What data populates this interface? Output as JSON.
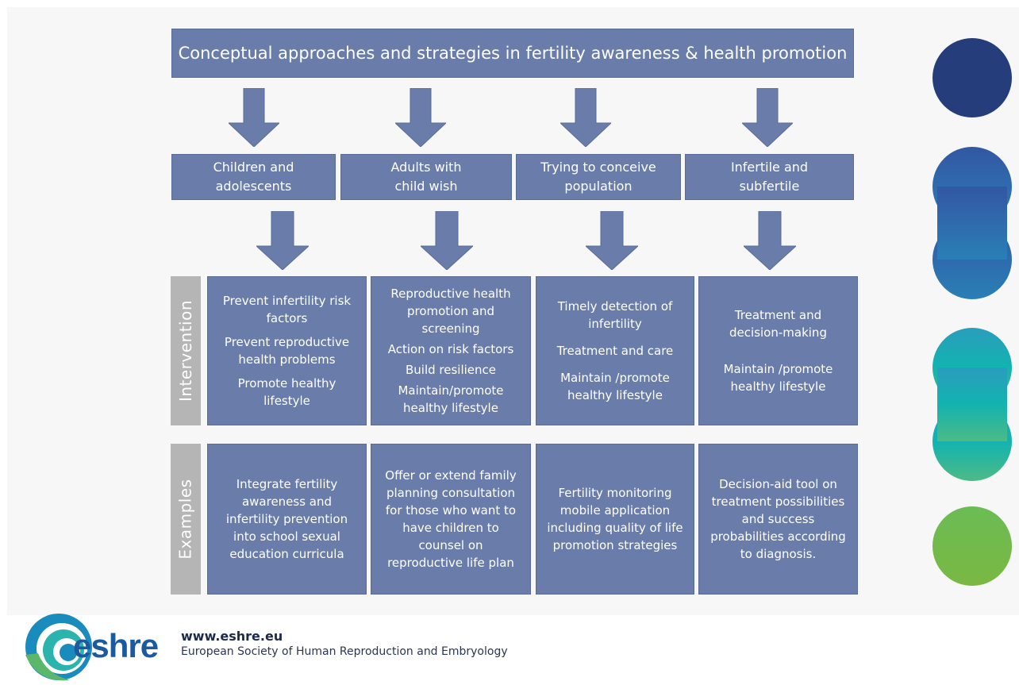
{
  "title": "Conceptual approaches and strategies in fertility awareness & health promotion",
  "categories": [
    {
      "line1": "Children and",
      "line2": "adolescents"
    },
    {
      "line1": "Adults with",
      "line2": "child wish"
    },
    {
      "line1": "Trying to conceive",
      "line2": "population"
    },
    {
      "line1": "Infertile and",
      "line2": "subfertile"
    }
  ],
  "row_labels": {
    "intervention": "Intervention",
    "examples": "Examples"
  },
  "interventions": [
    [
      "Prevent infertility risk factors",
      "Prevent reproductive health problems",
      "Promote healthy lifestyle"
    ],
    [
      "Reproductive health promotion and screening",
      "Action on risk factors",
      "Build resilience",
      "Maintain/promote healthy lifestyle"
    ],
    [
      "Timely detection of infertility",
      "Treatment and care",
      "Maintain /promote healthy lifestyle"
    ],
    [
      "Treatment and decision-making",
      "Maintain /promote healthy lifestyle"
    ]
  ],
  "examples": [
    "Integrate fertility awareness and infertility prevention into school sexual education curricula",
    "Offer or extend family planning consultation for those who want to have children to counsel on reproductive life plan",
    "Fertility monitoring mobile application including quality of life promotion strategies",
    "Decision-aid tool on treatment possibilities and success probabilities according to diagnosis."
  ],
  "footer": {
    "logo_word": "eshre",
    "url": "www.eshre.eu",
    "organization": "European Society of Human Reproduction and Embryology"
  },
  "colors": {
    "box": "#6a7ca9",
    "side_label": "#b5b5b5",
    "circle_1": "#253d7a",
    "circle_2_top": "#3357a3",
    "circle_2_bottom": "#2a7fb6",
    "circle_3_top": "#2a9dbd",
    "circle_3_mid": "#12b3b0",
    "circle_3_bottom": "#4dba86",
    "circle_4": "#7ab842"
  }
}
